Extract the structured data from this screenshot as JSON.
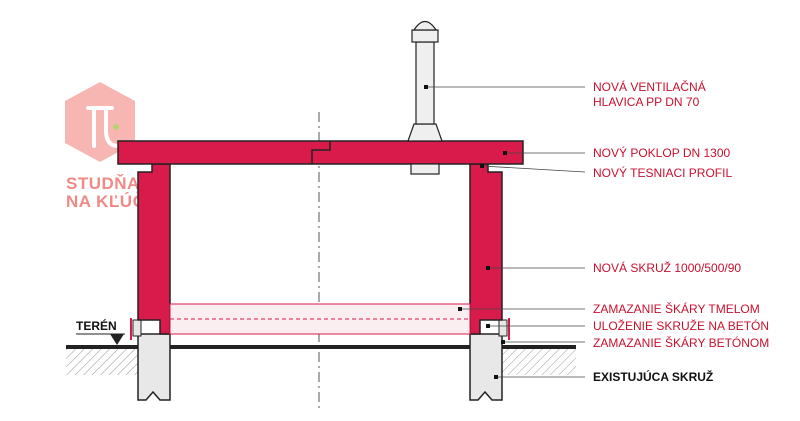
{
  "logo": {
    "line1": "STUDŇA",
    "line2": "NA KĽÚČ",
    "color": "#f08a86"
  },
  "labels": {
    "ventilation_head": [
      "NOVÁ VENTILAČNÁ",
      "HLAVICA PP DN 70"
    ],
    "cover": "NOVÝ POKLOP DN 1300",
    "seal_profile": "NOVÝ TESNIACI PROFIL",
    "new_ring": "NOVÁ SKRUŽ 1000/500/90",
    "joint_putty": "ZAMAZANIE ŠKÁRY TMELOM",
    "ring_on_concrete": "ULOŽENIE SKRUŽE NA BETÓN",
    "joint_concrete": "ZAMAZANIE ŠKÁRY BETÓNOM",
    "existing_ring": "EXISTUJÚCA SKRUŽ",
    "terrain": "TERÉN"
  },
  "colors": {
    "new_elements": "#d81b4a",
    "labels": "#c8102e",
    "existing": "#e8e8e8",
    "outline": "#222222",
    "vent": "#efefef"
  }
}
